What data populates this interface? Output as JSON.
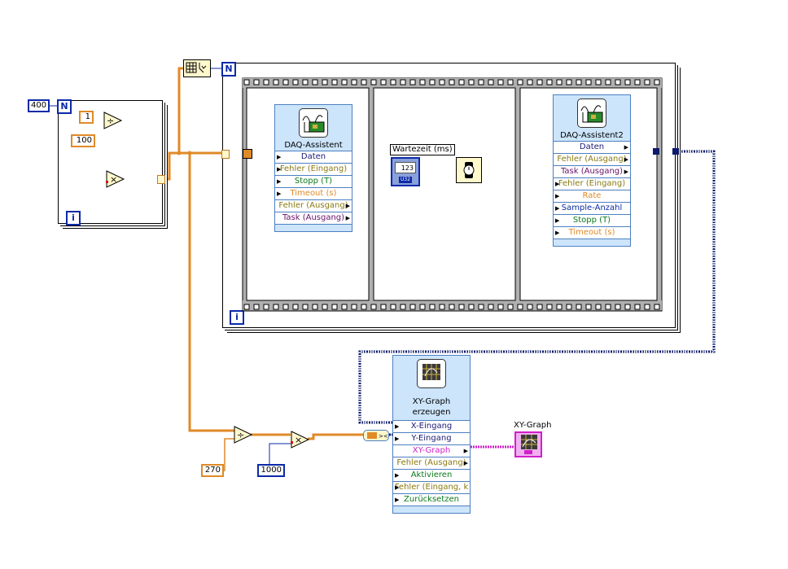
{
  "diagram": {
    "colors": {
      "wire_orange": "#e08a28",
      "wire_blue": "#0b2aa8",
      "wire_dynamic": "#0b1a6a",
      "wire_pink": "#d020c8",
      "express_bg": "#cde5fb",
      "express_border": "#4d7fc2",
      "function_bg": "#fff8cc"
    },
    "left_loop": {
      "count_constant": "400",
      "n_terminal": "N",
      "i_terminal": "i",
      "const_numerator": "1",
      "const_denominator": "100",
      "divide_symbol": "÷",
      "multiply_symbol": "×"
    },
    "main_loop": {
      "n_terminal": "N",
      "i_terminal": "i"
    },
    "daq1": {
      "title": "DAQ-Assistent",
      "rows": [
        {
          "label": "Daten",
          "color": "black",
          "dir": "in"
        },
        {
          "label": "Fehler (Eingang)",
          "color": "olive",
          "dir": "in"
        },
        {
          "label": "Stopp (T)",
          "color": "green",
          "dir": "in"
        },
        {
          "label": "Timeout (s)",
          "color": "orange",
          "dir": "in"
        },
        {
          "label": "Fehler (Ausgang)",
          "color": "olive",
          "dir": "out"
        },
        {
          "label": "Task (Ausgang)",
          "color": "purple",
          "dir": "out"
        }
      ]
    },
    "wait": {
      "label": "Wartezeit (ms)",
      "control_value": "123",
      "control_type": "U32"
    },
    "daq2": {
      "title": "DAQ-Assistent2",
      "rows": [
        {
          "label": "Daten",
          "color": "black",
          "dir": "out"
        },
        {
          "label": "Fehler (Ausgang)",
          "color": "olive",
          "dir": "out"
        },
        {
          "label": "Task (Ausgang)",
          "color": "purple",
          "dir": "out"
        },
        {
          "label": "Fehler (Eingang)",
          "color": "olive",
          "dir": "in"
        },
        {
          "label": "Rate",
          "color": "orange",
          "dir": "in"
        },
        {
          "label": "Sample-Anzahl",
          "color": "navy",
          "dir": "in"
        },
        {
          "label": "Stopp (T)",
          "color": "green",
          "dir": "in"
        },
        {
          "label": "Timeout (s)",
          "color": "orange",
          "dir": "in"
        }
      ]
    },
    "xy_express": {
      "title_line1": "XY-Graph",
      "title_line2": "erzeugen",
      "rows": [
        {
          "label": "X-Eingang",
          "color": "black",
          "dir": "in"
        },
        {
          "label": "Y-Eingang",
          "color": "black",
          "dir": "in"
        },
        {
          "label": "XY-Graph",
          "color": "pink",
          "dir": "out"
        },
        {
          "label": "Fehler (Ausgang)",
          "color": "olive",
          "dir": "out"
        },
        {
          "label": "Aktivieren",
          "color": "green",
          "dir": "in"
        },
        {
          "label": "Fehler (Eingang, k",
          "color": "olive",
          "dir": "in"
        },
        {
          "label": "Zurücksetzen",
          "color": "green",
          "dir": "in"
        }
      ]
    },
    "bottom_math": {
      "const_divisor": "270",
      "const_multiplier": "1000",
      "divide_symbol": "÷",
      "multiply_symbol": "×"
    },
    "xy_graph_indicator": {
      "label": "XY-Graph"
    }
  }
}
